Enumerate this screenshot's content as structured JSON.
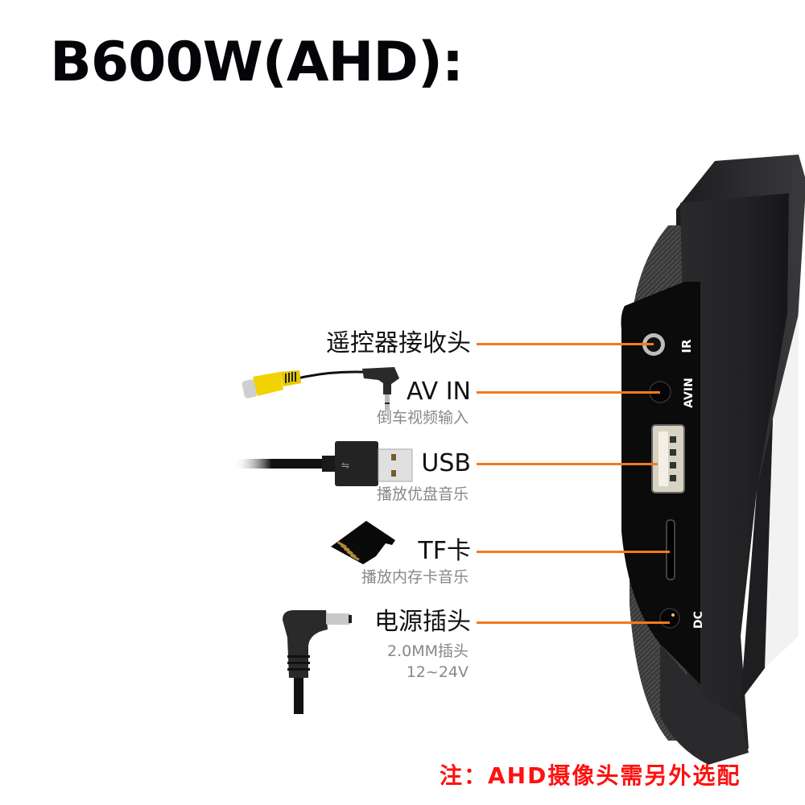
{
  "title": "B600W(AHD):",
  "accent_color": "#f47920",
  "note_color": "#ff1010",
  "ports": [
    {
      "id": "ir",
      "label": "遥控器接收头",
      "sublabels": [],
      "device_marking": "IR",
      "icon": "ir-receiver-icon"
    },
    {
      "id": "avin",
      "label": "AV IN",
      "sublabels": [
        "倒车视频输入"
      ],
      "device_marking": "AVIN",
      "icon": "rca-to-3.5mm-cable-icon"
    },
    {
      "id": "usb",
      "label": "USB",
      "sublabels": [
        "播放优盘音乐"
      ],
      "device_marking": "",
      "icon": "usb-cable-icon"
    },
    {
      "id": "tf",
      "label": "TF卡",
      "sublabels": [
        "播放内存卡音乐"
      ],
      "device_marking": "",
      "icon": "microsd-card-icon"
    },
    {
      "id": "dc",
      "label": "电源插头",
      "sublabels": [
        "2.0MM插头",
        "12~24V"
      ],
      "device_marking": "DC",
      "icon": "dc-power-plug-icon"
    }
  ],
  "note": "注：AHD摄像头需另外选配"
}
